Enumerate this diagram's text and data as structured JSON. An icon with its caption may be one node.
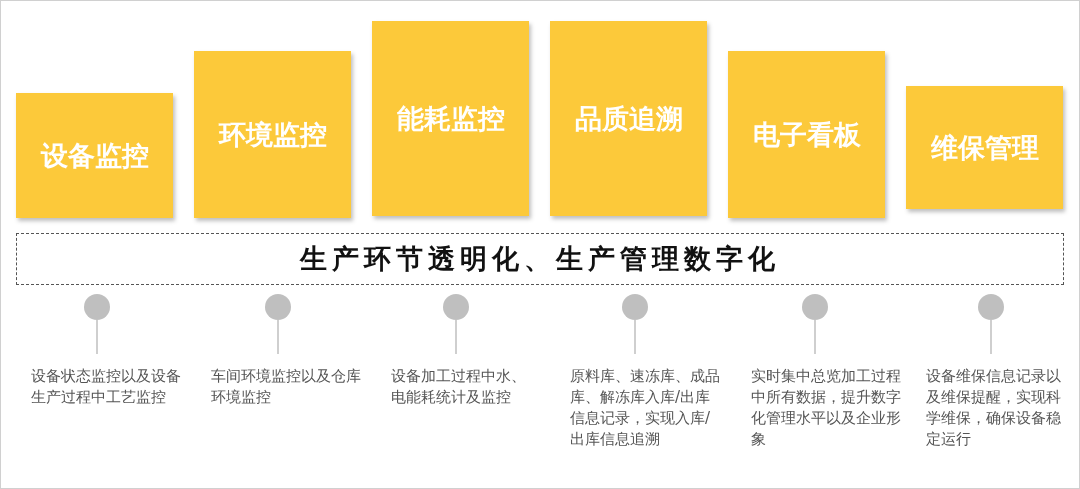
{
  "diagram": {
    "nodes": [
      {
        "text": [
          "设备监控"
        ]
      },
      {
        "text": [
          "环境监控"
        ]
      },
      {
        "text": [
          "能耗监控"
        ]
      },
      {
        "text": [
          "品质追溯"
        ]
      },
      {
        "text": [
          "电子看板"
        ]
      },
      {
        "text": [
          "维保管理"
        ]
      },
      {
        "text": [
          "生产环节透明化、生产管理数字化"
        ]
      },
      {
        "text": [],
        "shape": "circle"
      },
      {
        "text": [],
        "shape": "circle"
      },
      {
        "text": [],
        "shape": "circle"
      },
      {
        "text": [],
        "shape": "circle"
      },
      {
        "text": [],
        "shape": "circle"
      },
      {
        "text": [],
        "shape": "circle"
      },
      {
        "text": [
          "设备状态监控以及设备生产过程中工艺监控"
        ]
      },
      {
        "text": [
          "车间环境监控以及仓库环境监控"
        ]
      },
      {
        "text": [
          "设备加工过程中水、电能耗统计及监控"
        ]
      },
      {
        "text": [
          "原料库、速冻库、成品库、解冻库入库/出库信息记录，实现入库/出库信息追溯"
        ]
      },
      {
        "text": [
          "实时集中总览加工过程中所有数据，提升数字化管理水平以及企业形象"
        ]
      },
      {
        "text": [
          "设备维保信息记录以及维保提醒，实现科学维保，确保设备稳定运行"
        ]
      }
    ],
    "edges": [
      {
        "from": 7,
        "to": 13,
        "arrow": "none"
      },
      {
        "from": 8,
        "to": 14,
        "arrow": "none"
      },
      {
        "from": 9,
        "to": 15,
        "arrow": "none"
      },
      {
        "from": 10,
        "to": 16,
        "arrow": "none"
      },
      {
        "from": 11,
        "to": 17,
        "arrow": "none"
      },
      {
        "from": 12,
        "to": 18,
        "arrow": "none"
      }
    ]
  }
}
